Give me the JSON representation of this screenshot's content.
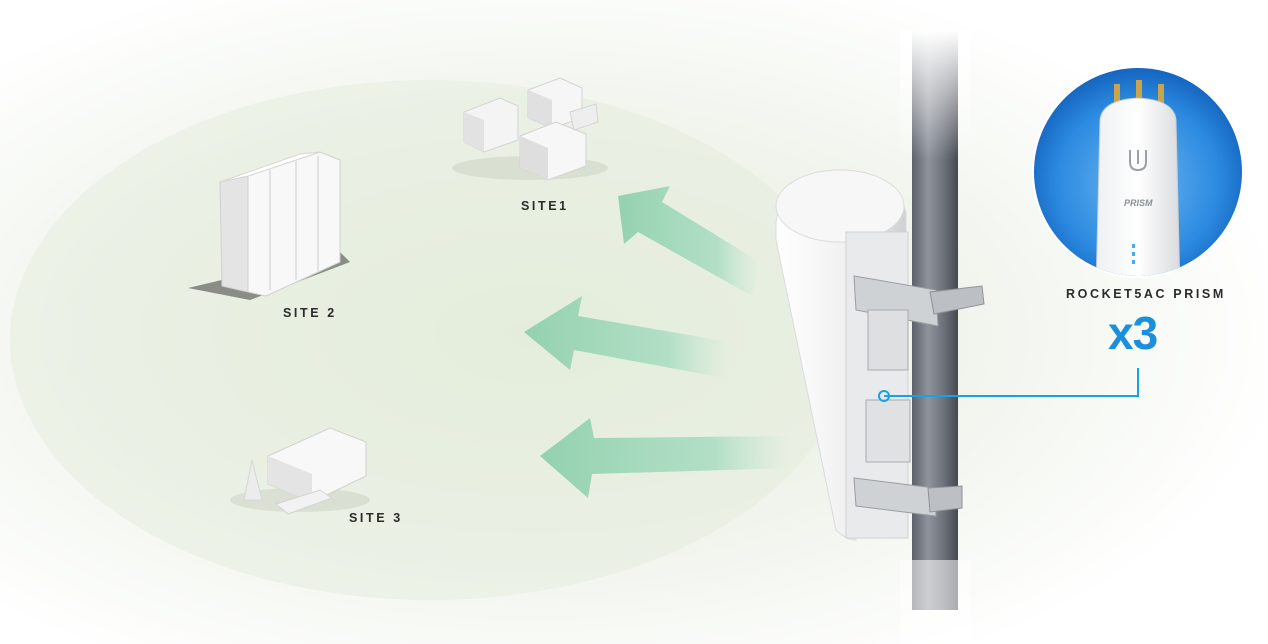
{
  "sites": {
    "site1": "SITE1",
    "site2": "SITE 2",
    "site3": "SITE 3"
  },
  "device": {
    "name": "ROCKET5AC PRISM",
    "count": "x3",
    "badge_text": "PRISM"
  },
  "colors": {
    "arrow": "#a9dcc1",
    "callout_line": "#1aa0e6",
    "count_text": "#1a8fdc",
    "circle_bg": "#1976d2"
  }
}
